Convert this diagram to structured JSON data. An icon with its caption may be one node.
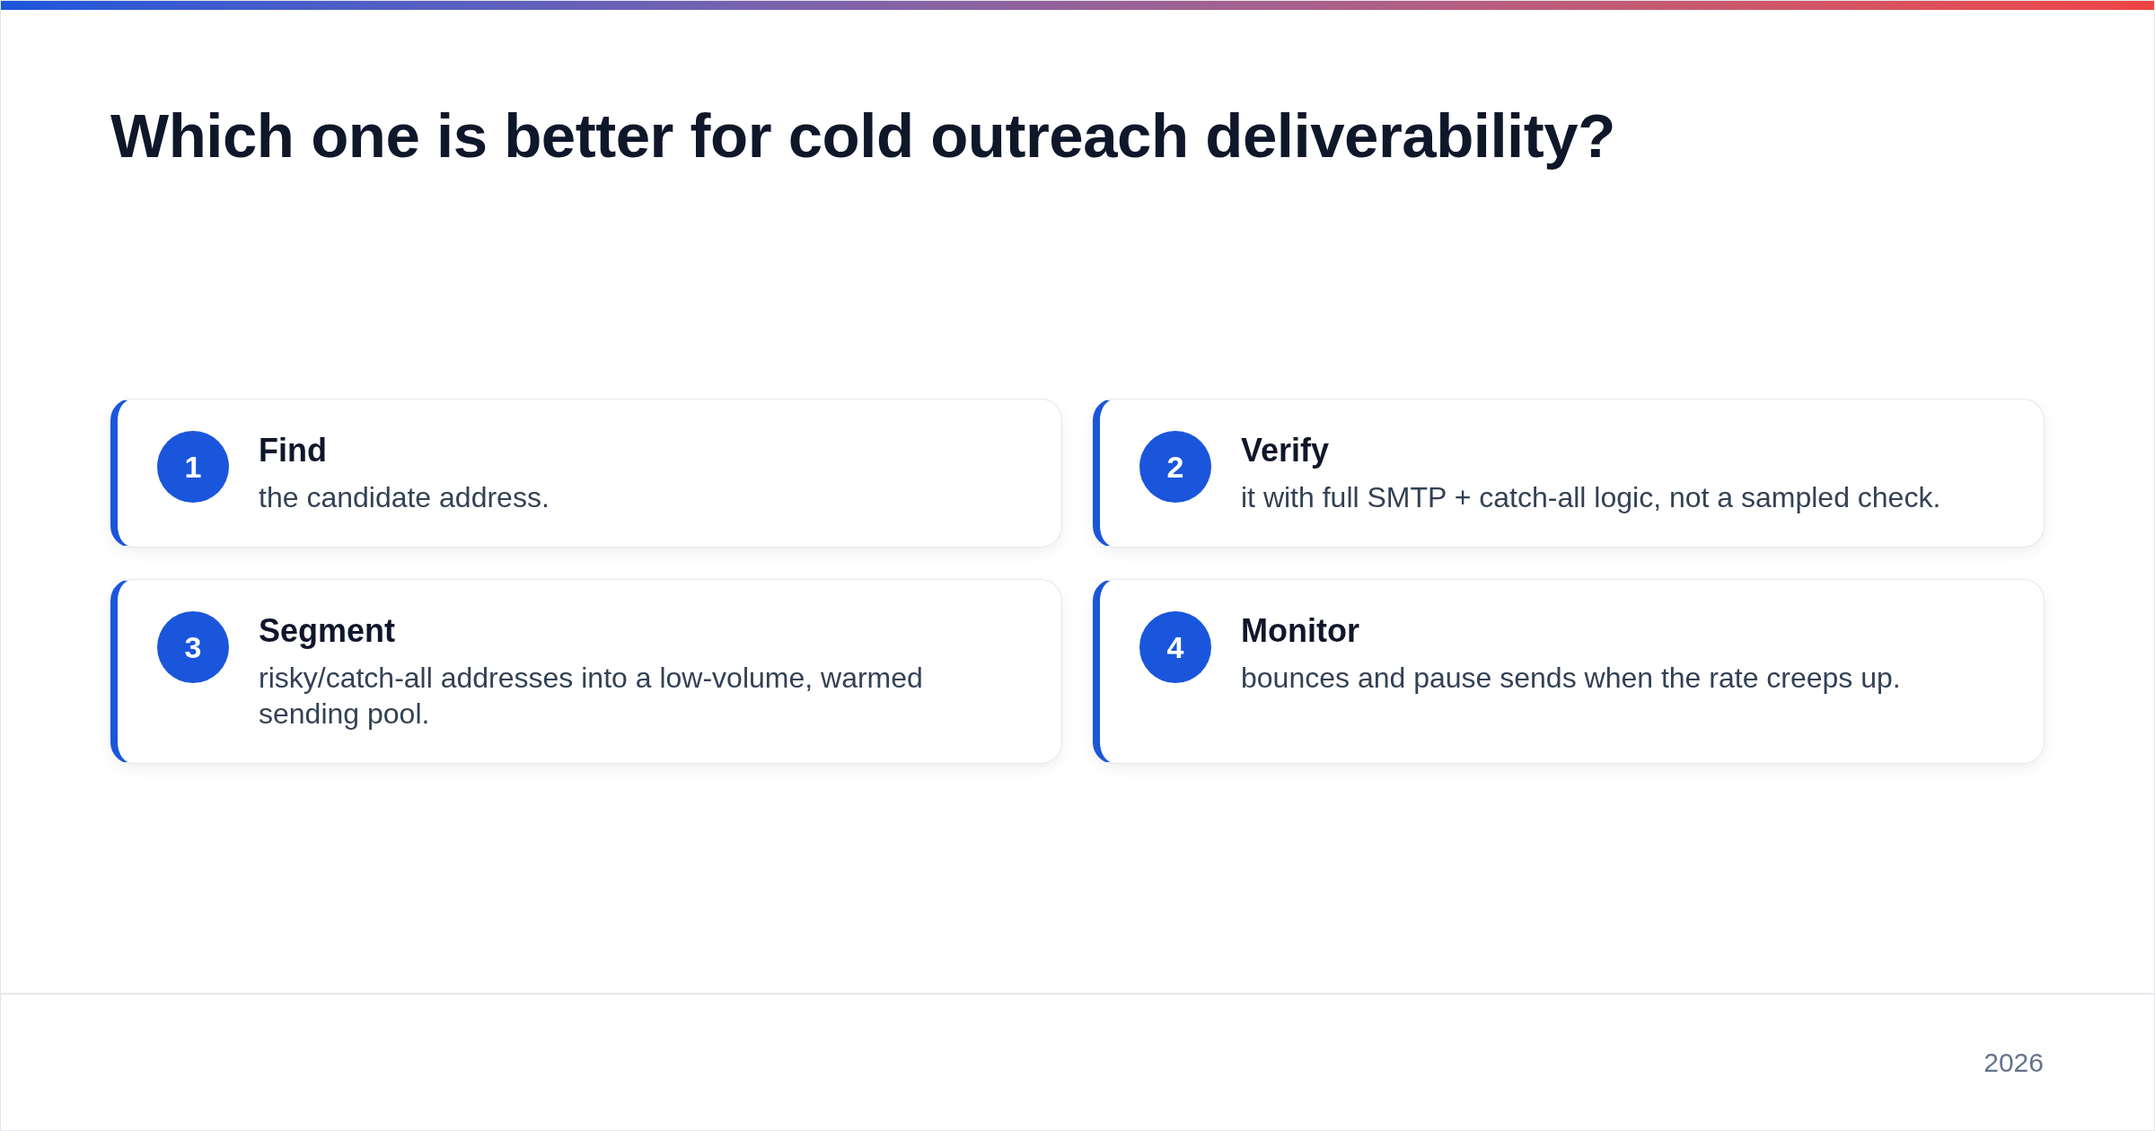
{
  "diagram": {
    "title": "Which one is better for cold outreach deliverability?",
    "nodes": [
      {
        "text": [
          "Find",
          "the candidate address."
        ]
      },
      {
        "text": [
          "1"
        ],
        "in": 0
      },
      {
        "text": [
          "Verify",
          "it with full SMTP + catch-all logic, not a sampled check."
        ]
      },
      {
        "text": [
          "2"
        ],
        "in": 2
      },
      {
        "text": [
          "Segment",
          "risky/catch-all addresses into a low-volume, warmed sending pool."
        ]
      },
      {
        "text": [
          "3"
        ],
        "in": 4
      },
      {
        "text": [
          "Monitor",
          "bounces and pause sends when the rate creeps up."
        ]
      },
      {
        "text": [
          "4"
        ],
        "in": 6
      }
    ],
    "labels": [
      "2026"
    ]
  }
}
